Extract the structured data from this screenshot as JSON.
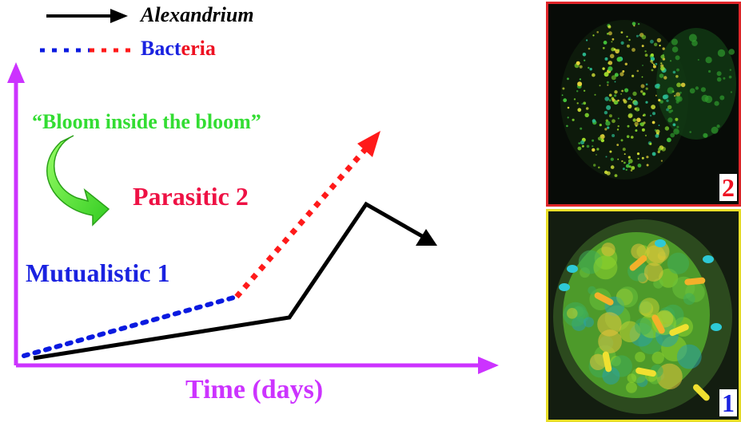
{
  "legend": {
    "alexandrium_label": "Alexandrium",
    "bacteria_part1": "Bact",
    "bacteria_part2": "eria"
  },
  "labels": {
    "quote": "“Bloom inside the bloom”",
    "parasitic": "Parasitic 2",
    "mutualistic": "Mutualistic 1",
    "x_axis": "Time (days)"
  },
  "panels": {
    "top_number": "2",
    "bottom_number": "1"
  },
  "colors": {
    "axis": "#cc33ff",
    "alexandrium_line": "#000000",
    "bacteria_mutualistic": "#0a1ae0",
    "bacteria_parasitic": "#ff1a1a",
    "quote": "#33dd33",
    "parasitic_text": "#ee1144",
    "mutualistic_text": "#1a22e0",
    "panel_top_border": "#e0262a",
    "panel_bottom_border": "#e8de28",
    "green_arrow": "#66ee44"
  },
  "icons": {
    "curved_arrow": "curved-green-arrow-icon"
  }
}
